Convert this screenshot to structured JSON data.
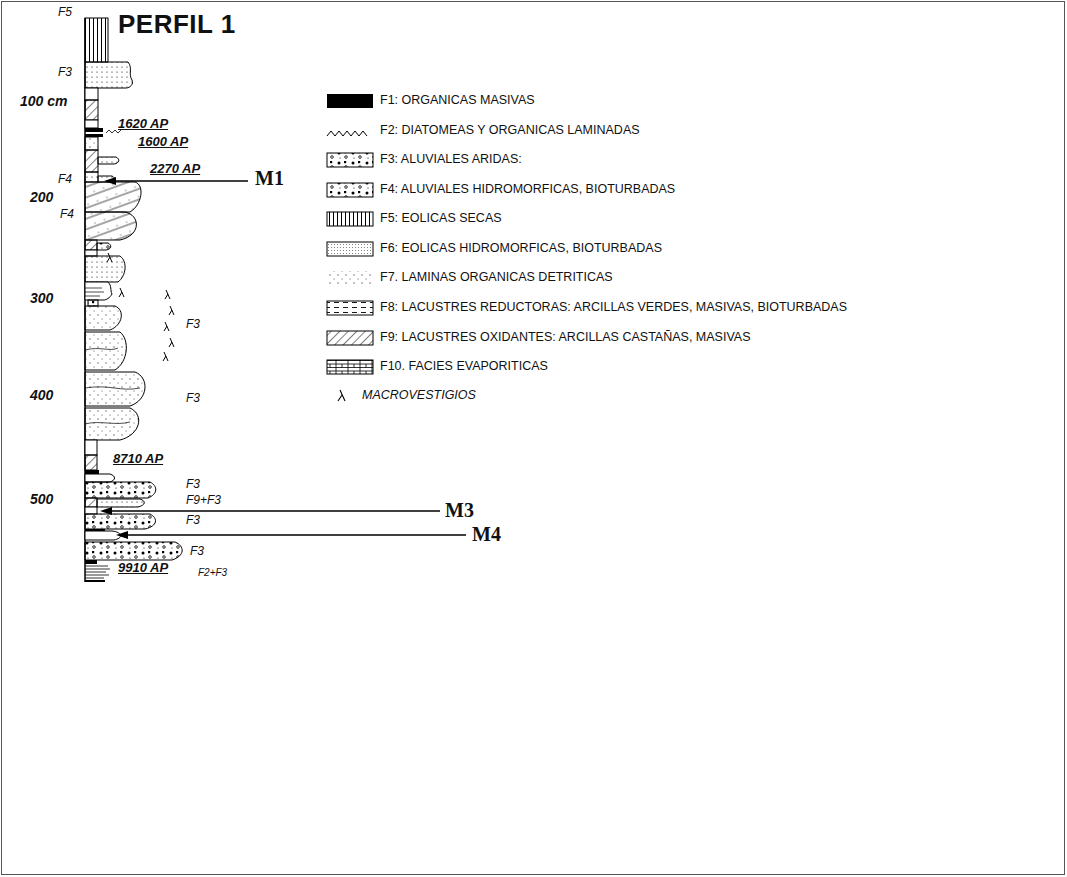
{
  "diagram": {
    "title": "PERFIL 1",
    "labels": [
      "F5",
      "F3",
      "100 cm",
      "1620 AP",
      "1600 AP",
      "F4",
      "2270 AP",
      "M1",
      "200",
      "F4",
      "300",
      "F3",
      "400",
      "F3",
      "8710 AP",
      "F3",
      "F9+F3",
      "500",
      "M3",
      "F3",
      "M4",
      "F3",
      "9910 AP",
      "F2+F3"
    ],
    "legend": [
      {
        "text": "F1: ORGANICAS MASIVAS",
        "color": "#000000"
      },
      {
        "text": "F2: DIATOMEAS Y ORGANICAS LAMINADAS"
      },
      {
        "text": "F3: ALUVIALES ARIDAS:"
      },
      {
        "text": "F4: ALUVIALES HIDROMORFICAS, BIOTURBADAS"
      },
      {
        "text": "F5: EOLICAS SECAS"
      },
      {
        "text": "F6: EOLICAS HIDROMORFICAS, BIOTURBADAS"
      },
      {
        "text": "F7. LAMINAS ORGANICAS DETRITICAS"
      },
      {
        "text": "F8: LACUSTRES REDUCTORAS: ARCILLAS VERDES, MASIVAS, BIOTURBADAS"
      },
      {
        "text": "F9: LACUSTRES OXIDANTES: ARCILLAS CASTAÑAS, MASIVAS"
      },
      {
        "text": "F10. FACIES EVAPORITICAS"
      },
      {
        "text": "MACROVESTIGIOS"
      }
    ]
  }
}
